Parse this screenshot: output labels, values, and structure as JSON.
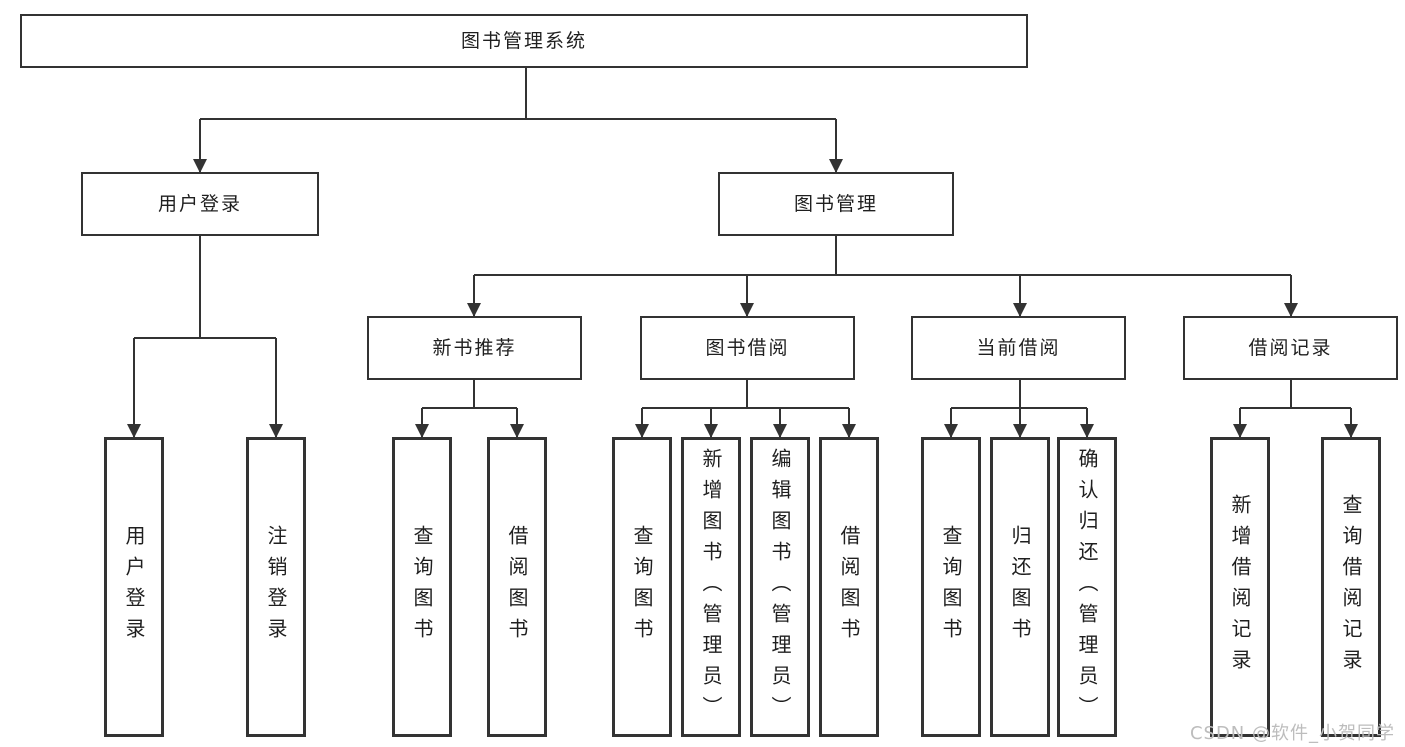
{
  "tree": {
    "label": "图书管理系统",
    "children": [
      {
        "label": "用户登录",
        "children": [
          {
            "label": "用户登录"
          },
          {
            "label": "注销登录"
          }
        ]
      },
      {
        "label": "图书管理",
        "children": [
          {
            "label": "新书推荐",
            "children": [
              {
                "label": "查询图书"
              },
              {
                "label": "借阅图书"
              }
            ]
          },
          {
            "label": "图书借阅",
            "children": [
              {
                "label": "查询图书"
              },
              {
                "label": "新增图书（管理员）"
              },
              {
                "label": "编辑图书（管理员）"
              },
              {
                "label": "借阅图书"
              }
            ]
          },
          {
            "label": "当前借阅",
            "children": [
              {
                "label": "查询图书"
              },
              {
                "label": "归还图书"
              },
              {
                "label": "确认归还（管理员）"
              }
            ]
          },
          {
            "label": "借阅记录",
            "children": [
              {
                "label": "新增借阅记录"
              },
              {
                "label": "查询借阅记录"
              }
            ]
          }
        ]
      }
    ]
  },
  "watermark": {
    "text": "CSDN @软件_小贺同学"
  },
  "colors": {
    "background": "#ffffff",
    "box_border": "#333333",
    "line": "#333333",
    "text": "#1f1f1f",
    "watermark": "#bdbdbd"
  }
}
